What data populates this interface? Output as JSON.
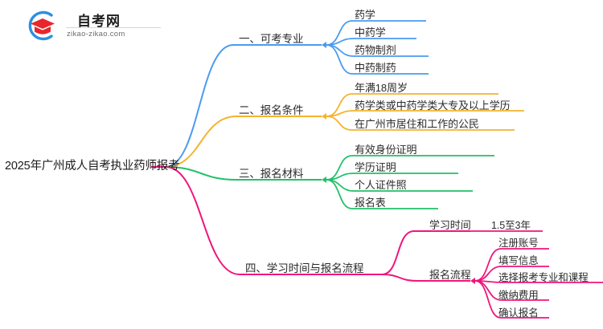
{
  "logo": {
    "name_cn": "自考网",
    "url": "zikao-zikao.com",
    "mark_icon": "graduation-cap-icon",
    "arc_color": "#2D8FE0",
    "cap_color": "#E8262B"
  },
  "mindmap": {
    "root": {
      "label": "2025年广州成人自考执业药师报考"
    },
    "branches": [
      {
        "label": "一、可考专业",
        "color": "#4A9BF0",
        "children": [
          {
            "label": "药学"
          },
          {
            "label": "中药学"
          },
          {
            "label": "药物制剂"
          },
          {
            "label": "中药制药"
          }
        ]
      },
      {
        "label": "二、报名条件",
        "color": "#F5B32E",
        "children": [
          {
            "label": "年满18周岁"
          },
          {
            "label": "药学类或中药学类大专及以上学历"
          },
          {
            "label": "在广州市居住和工作的公民"
          }
        ]
      },
      {
        "label": "三、报名材料",
        "color": "#22C168",
        "children": [
          {
            "label": "有效身份证明"
          },
          {
            "label": "学历证明"
          },
          {
            "label": "个人证件照"
          },
          {
            "label": "报名表"
          }
        ]
      },
      {
        "label": "四、学习时间与报名流程",
        "color": "#F0157B",
        "children": [
          {
            "label": "学习时间",
            "children": [
              {
                "label": "1.5至3年"
              }
            ]
          },
          {
            "label": "报名流程",
            "children": [
              {
                "label": "注册账号"
              },
              {
                "label": "填写信息"
              },
              {
                "label": "选择报考专业和课程"
              },
              {
                "label": "缴纳费用"
              },
              {
                "label": "确认报名"
              }
            ]
          }
        ]
      }
    ]
  }
}
